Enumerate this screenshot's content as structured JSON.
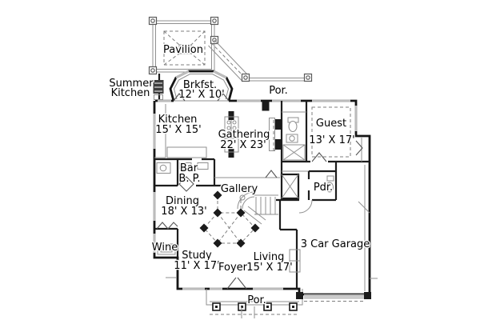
{
  "page": {
    "background": "#ffffff",
    "type": "architectural-floor-plan"
  },
  "plan": {
    "colors": {
      "exterior_wall": "#161616",
      "interior_wall": "#1d1d1d",
      "window_wall": "#bcbcbc",
      "thin_line": "#8f8f8f",
      "dashed_line": "#7d7d7d",
      "text": "#000000",
      "background": "#ffffff"
    },
    "rooms": {
      "pavilion": {
        "name": "Pavilion"
      },
      "summer_kitchen": {
        "line1": "Summer",
        "line2": "Kitchen"
      },
      "breakfast": {
        "name": "Brkfst.",
        "dims": "12' X 10'"
      },
      "porch_top": {
        "name": "Por."
      },
      "kitchen": {
        "name": "Kitchen",
        "dims": "15' X 15'"
      },
      "gathering": {
        "name": "Gathering",
        "dims": "22' X 23'"
      },
      "guest": {
        "name": "Guest",
        "dims": "13' X 17'"
      },
      "bar": {
        "name": "Bar"
      },
      "butlers_pantry": {
        "name": "B. P."
      },
      "dining": {
        "name": "Dining",
        "dims": "18' X 13'"
      },
      "gallery": {
        "name": "Gallery"
      },
      "powder": {
        "name": "Pdr."
      },
      "wine": {
        "name": "Wine"
      },
      "study": {
        "name": "Study",
        "dims": "11' X 17'"
      },
      "foyer": {
        "name": "Foyer"
      },
      "living": {
        "name": "Living",
        "dims": "15' X 17'"
      },
      "garage": {
        "name": "3 Car Garage"
      },
      "porch_bottom": {
        "name": "Por."
      }
    }
  }
}
